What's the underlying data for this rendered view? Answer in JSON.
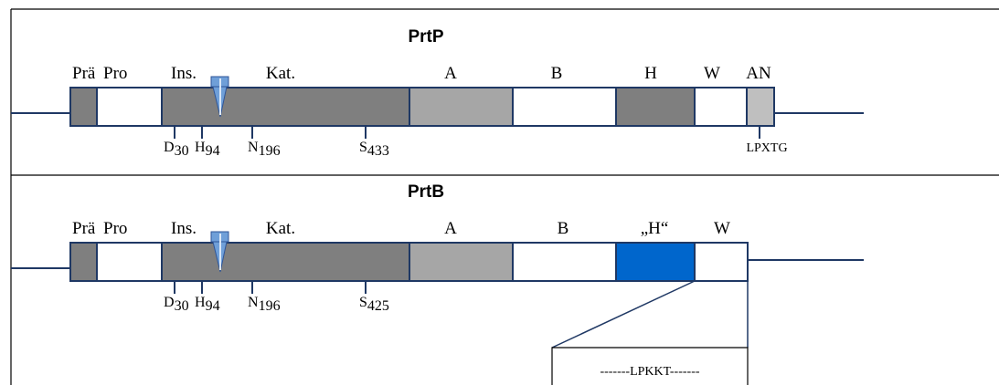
{
  "colors": {
    "outline": "#1f3864",
    "dark_gray": "#7f7f7f",
    "light_gray": "#a6a6a6",
    "anchor_gray": "#bfbfbf",
    "white": "#ffffff",
    "blue": "#0066cc",
    "pin": "#6f9fd8"
  },
  "prtp": {
    "title": "PrtP",
    "domains": [
      "Prä",
      "Pro",
      "Ins.",
      "Kat.",
      "A",
      "B",
      "H",
      "W",
      "AN"
    ],
    "sites": {
      "d": "D",
      "d_sub": "30",
      "h": "H",
      "h_sub": "94",
      "n": "N",
      "n_sub": "196",
      "s": "S",
      "s_sub": "433"
    },
    "anchor_motif": "LPXTG"
  },
  "prtb": {
    "title": "PrtB",
    "domains": [
      "Prä",
      "Pro",
      "Ins.",
      "Kat.",
      "A",
      "B",
      "„H“",
      "W"
    ],
    "sites": {
      "d": "D",
      "d_sub": "30",
      "h": "H",
      "h_sub": "94",
      "n": "N",
      "n_sub": "196",
      "s": "S",
      "s_sub": "425"
    },
    "zoom_motif": "-------LPKKT-------"
  }
}
